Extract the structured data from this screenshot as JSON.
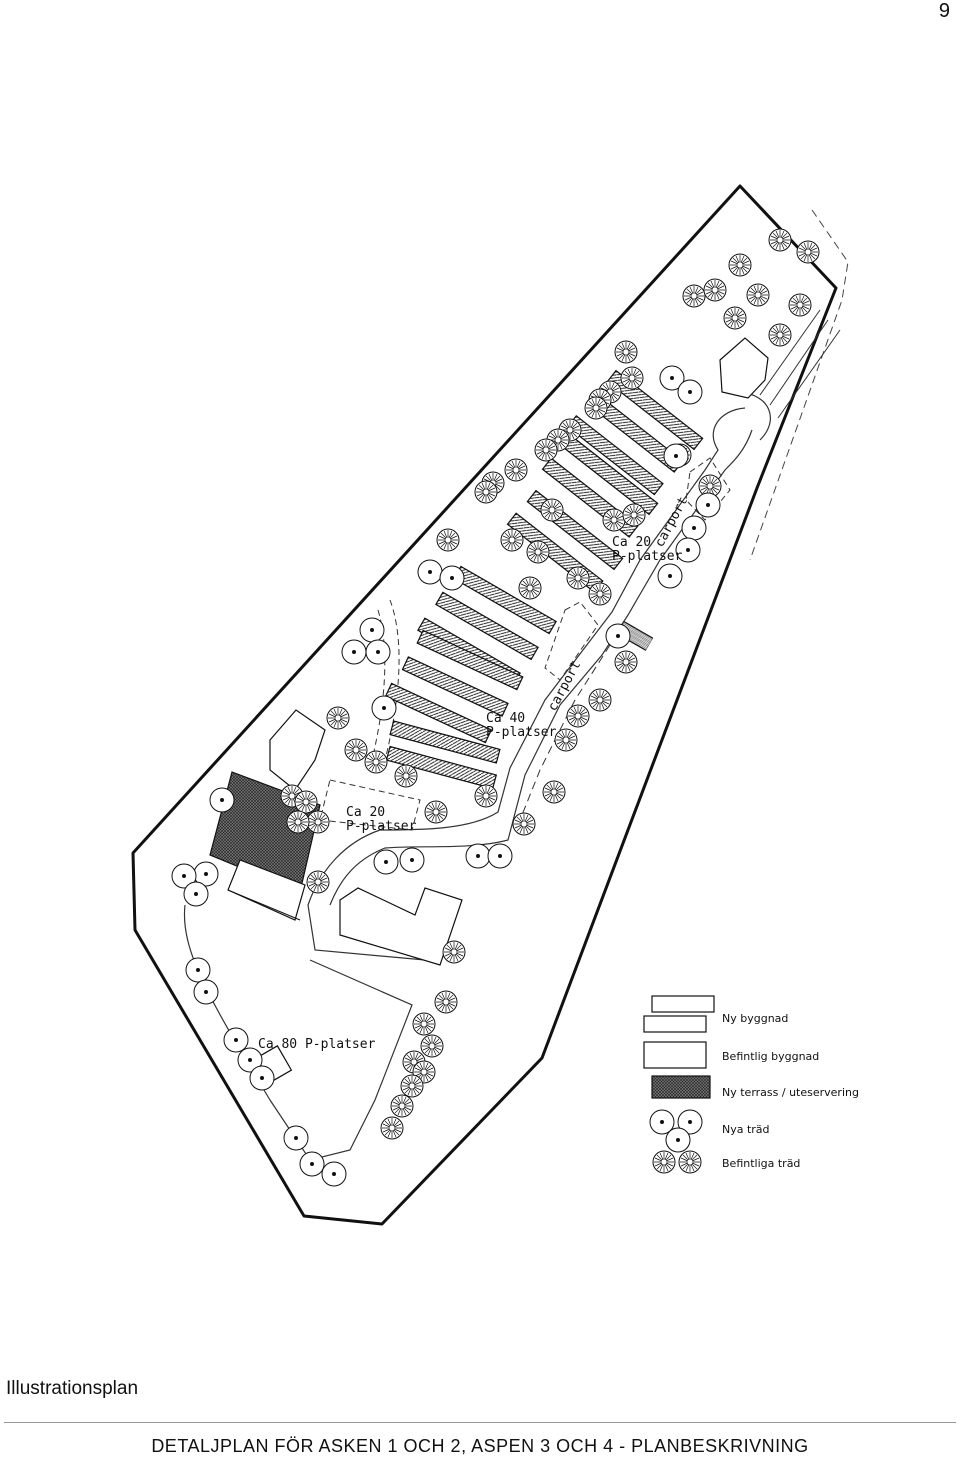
{
  "page": {
    "number": "9"
  },
  "plan": {
    "labels": {
      "p20_north_line1": "Ca 20",
      "p20_north_line2": "P-platser",
      "carport_north": "carport",
      "p40_line1": "Ca 40",
      "p40_line2": "P-platser",
      "carport_middle": "carport",
      "p20_south_line1": "Ca 20",
      "p20_south_line2": "P-platser",
      "p80": "Ca 80 P-platser"
    }
  },
  "legend": {
    "ny_byggnad": "Ny byggnad",
    "befintlig_byggnad": "Befintlig byggnad",
    "ny_terrass": "Ny terrass / uteservering",
    "nya_trad": "Nya träd",
    "befintliga_trad": "Befintliga träd"
  },
  "caption": {
    "title": "Illustrationsplan"
  },
  "footer": {
    "title": "DETALJPLAN FÖR ASKEN 1 OCH 2, ASPEN 3 OCH 4  - PLANBESKRIVNING"
  }
}
